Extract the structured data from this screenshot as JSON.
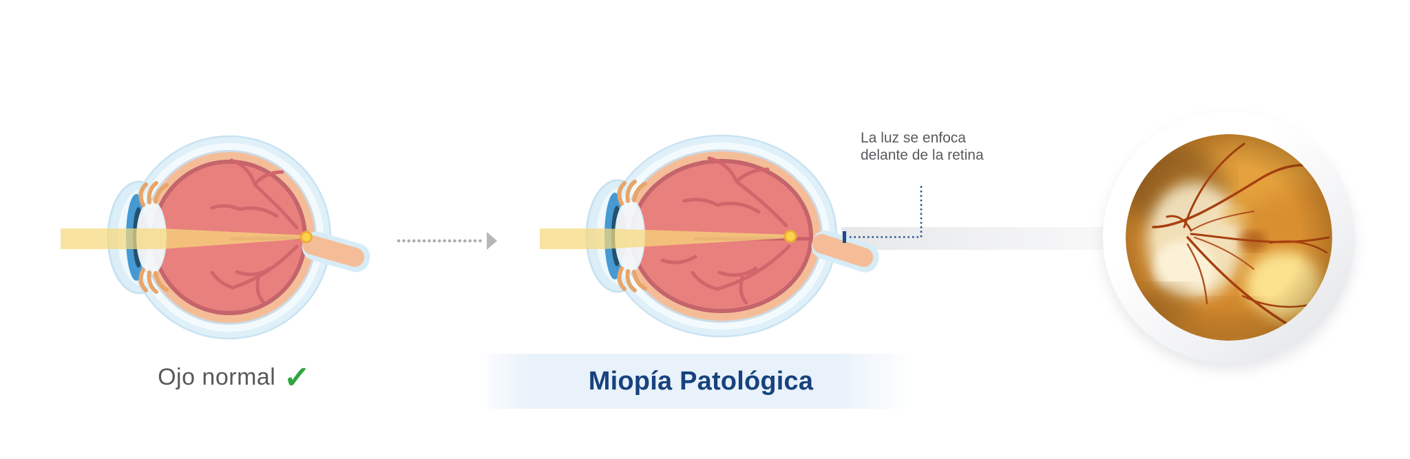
{
  "normal_eye": {
    "label": "Ojo normal",
    "checkmark": "✓"
  },
  "pathological_eye": {
    "title": "Miopía Patológica",
    "annotation_line1": "La luz se enfoca",
    "annotation_line2": "delante de la retina"
  },
  "palette": {
    "sclera_blue": "#dff0f9",
    "sclera_inner": "#f3fafd",
    "choroid_peach": "#f4bd98",
    "retina_rim_red": "#c4646c",
    "vitreous_red": "#e8807d",
    "vessel_red": "#d2656c",
    "iris_blue": "#4699d2",
    "ciliary_orange": "#e9a569",
    "light_beam_yellow": "#f6d87b",
    "focal_dot_yellow": "#fcd348",
    "focal_dot_ring": "#ecae3a",
    "title_navy": "#17427f",
    "leader_navy": "#24508f",
    "text_gray": "#58595c",
    "check_green": "#2fa63e",
    "arrow_gray": "#b2b2b5",
    "connector_gray": "#e7e8ea"
  }
}
